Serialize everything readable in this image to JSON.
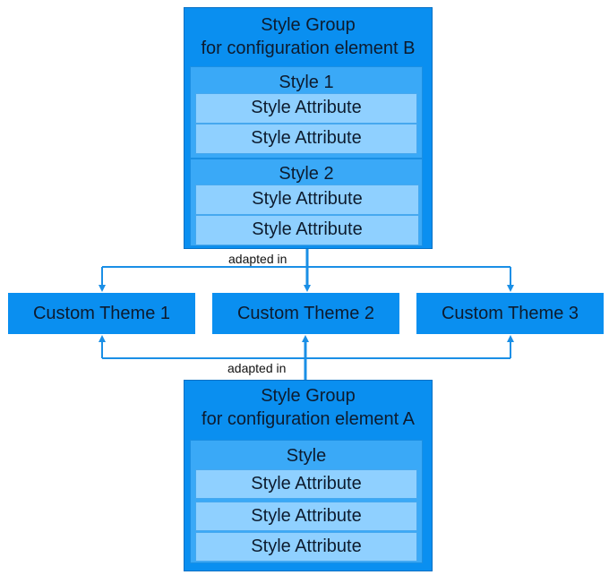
{
  "group_b": {
    "title_line1": "Style Group",
    "title_line2": "for configuration element B",
    "styles": [
      {
        "title": "Style 1",
        "attributes": [
          "Style Attribute",
          "Style Attribute"
        ]
      },
      {
        "title": "Style 2",
        "attributes": [
          "Style Attribute",
          "Style Attribute"
        ]
      }
    ]
  },
  "group_a": {
    "title_line1": "Style Group",
    "title_line2": "for configuration element A",
    "styles": [
      {
        "title": "Style",
        "attributes": [
          "Style Attribute",
          "Style Attribute",
          "Style Attribute"
        ]
      }
    ]
  },
  "themes": [
    "Custom Theme 1",
    "Custom Theme 2",
    "Custom Theme 3"
  ],
  "connectors": {
    "top_label": "adapted in",
    "bottom_label": "adapted in"
  },
  "colors": {
    "group_fill": "#0a8ff0",
    "style_fill": "#3aa9f7",
    "attribute_fill": "#8fd0ff",
    "connector": "#1a8fe6"
  }
}
